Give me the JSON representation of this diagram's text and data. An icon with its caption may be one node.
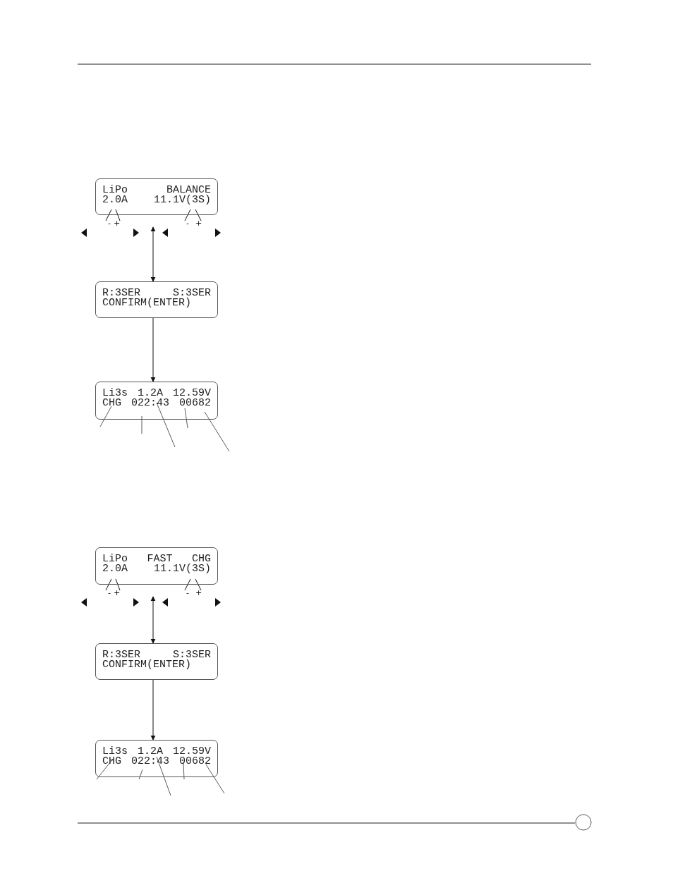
{
  "diagram": {
    "nodes": [
      {
        "text": [
          "LiPo BALANCE",
          "2.0A 11.1V(3S)"
        ]
      },
      {
        "text": [
          "-"
        ]
      },
      {
        "text": [
          "+"
        ]
      },
      {
        "text": [
          "-"
        ]
      },
      {
        "text": [
          "+"
        ]
      },
      {
        "text": [
          "R:3SER S:3SER",
          "CONFIRM(ENTER)"
        ]
      },
      {
        "text": [
          "Li3s 1.2A 12.59V",
          "CHG 022:43 00682"
        ]
      },
      {
        "text": [
          "LiPo FAST CHG",
          "2.0A 11.1V(3S)"
        ]
      },
      {
        "text": [
          "-"
        ]
      },
      {
        "text": [
          "+"
        ]
      },
      {
        "text": [
          "-"
        ]
      },
      {
        "text": [
          "+"
        ]
      },
      {
        "text": [
          "R:3SER S:3SER",
          "CONFIRM(ENTER)"
        ]
      },
      {
        "text": [
          "Li3s 1.2A 12.59V",
          "CHG 022:43 00682"
        ]
      }
    ],
    "edges": [
      {
        "from": 1,
        "to": 0,
        "arrow": "none"
      },
      {
        "from": 2,
        "to": 0,
        "arrow": "none"
      },
      {
        "from": 3,
        "to": 0,
        "arrow": "none"
      },
      {
        "from": 4,
        "to": 0,
        "arrow": "none"
      },
      {
        "from": 0,
        "to": 5,
        "arrow": "both"
      },
      {
        "from": 5,
        "to": 6,
        "arrow": "to"
      },
      {
        "from": null,
        "to": 6,
        "arrow": "none"
      },
      {
        "from": null,
        "to": 6,
        "arrow": "none"
      },
      {
        "from": null,
        "to": 6,
        "arrow": "none"
      },
      {
        "from": null,
        "to": 6,
        "arrow": "none"
      },
      {
        "from": null,
        "to": 6,
        "arrow": "none"
      },
      {
        "from": 8,
        "to": 7,
        "arrow": "none"
      },
      {
        "from": 9,
        "to": 7,
        "arrow": "none"
      },
      {
        "from": 10,
        "to": 7,
        "arrow": "none"
      },
      {
        "from": 11,
        "to": 7,
        "arrow": "none"
      },
      {
        "from": 7,
        "to": 12,
        "arrow": "both"
      },
      {
        "from": 12,
        "to": 13,
        "arrow": "to"
      },
      {
        "from": null,
        "to": 13,
        "arrow": "none"
      },
      {
        "from": null,
        "to": 13,
        "arrow": "none"
      },
      {
        "from": null,
        "to": 13,
        "arrow": "none"
      },
      {
        "from": null,
        "to": 13,
        "arrow": "none"
      },
      {
        "from": null,
        "to": 13,
        "arrow": "none"
      }
    ]
  }
}
